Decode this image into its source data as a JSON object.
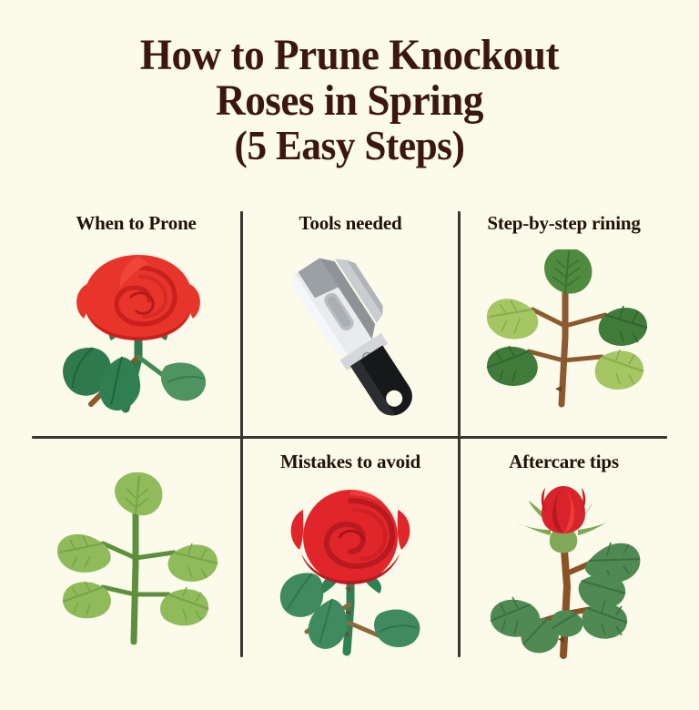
{
  "page": {
    "background_color": "#fcfaea",
    "title_color": "#3b1710",
    "label_color": "#1e1208",
    "divider_color": "#3a352e"
  },
  "title": {
    "line1": "How to Prune Knockout",
    "line2": "Roses in Spring",
    "line3": "(5 Easy Steps)"
  },
  "grid": {
    "columns": 3,
    "rows": 2,
    "cells": [
      {
        "label": "When to Prone",
        "art": "red-rose-bloom-with-leaves",
        "art_colors": {
          "petal": "#e8352b",
          "petal_dark": "#c8201c",
          "leaf": "#2f7a4f",
          "stem": "#8a5a2b"
        }
      },
      {
        "label": "Tools needed",
        "art": "pruning-knife-tool",
        "art_colors": {
          "blade": "#e6e8e9",
          "blade_shadow": "#8d9397",
          "handle": "#17181a"
        }
      },
      {
        "label": "Step-by-step rining",
        "art": "five-leaflet-sprig-dark",
        "art_colors": {
          "leaf_dark": "#4e8b3f",
          "leaf_light": "#a5c663",
          "stem": "#8c5a2f"
        }
      },
      {
        "label": "",
        "art": "five-leaflet-sprig-light",
        "art_colors": {
          "leaf": "#8fbb5a",
          "leaf_mid": "#7aa94b",
          "stem": "#5d8f3c"
        }
      },
      {
        "label": "Mistakes to avoid",
        "art": "open-red-rose-with-stem",
        "art_colors": {
          "petal": "#e1262b",
          "petal_dark": "#b81a20",
          "leaf": "#3f8a5f",
          "stem": "#2e8055"
        }
      },
      {
        "label": "Aftercare tips",
        "art": "rose-bud-on-branch",
        "art_colors": {
          "bud": "#d8232a",
          "sepal": "#7fa857",
          "leaf": "#4e8a52",
          "branch": "#8a5226"
        }
      }
    ]
  }
}
